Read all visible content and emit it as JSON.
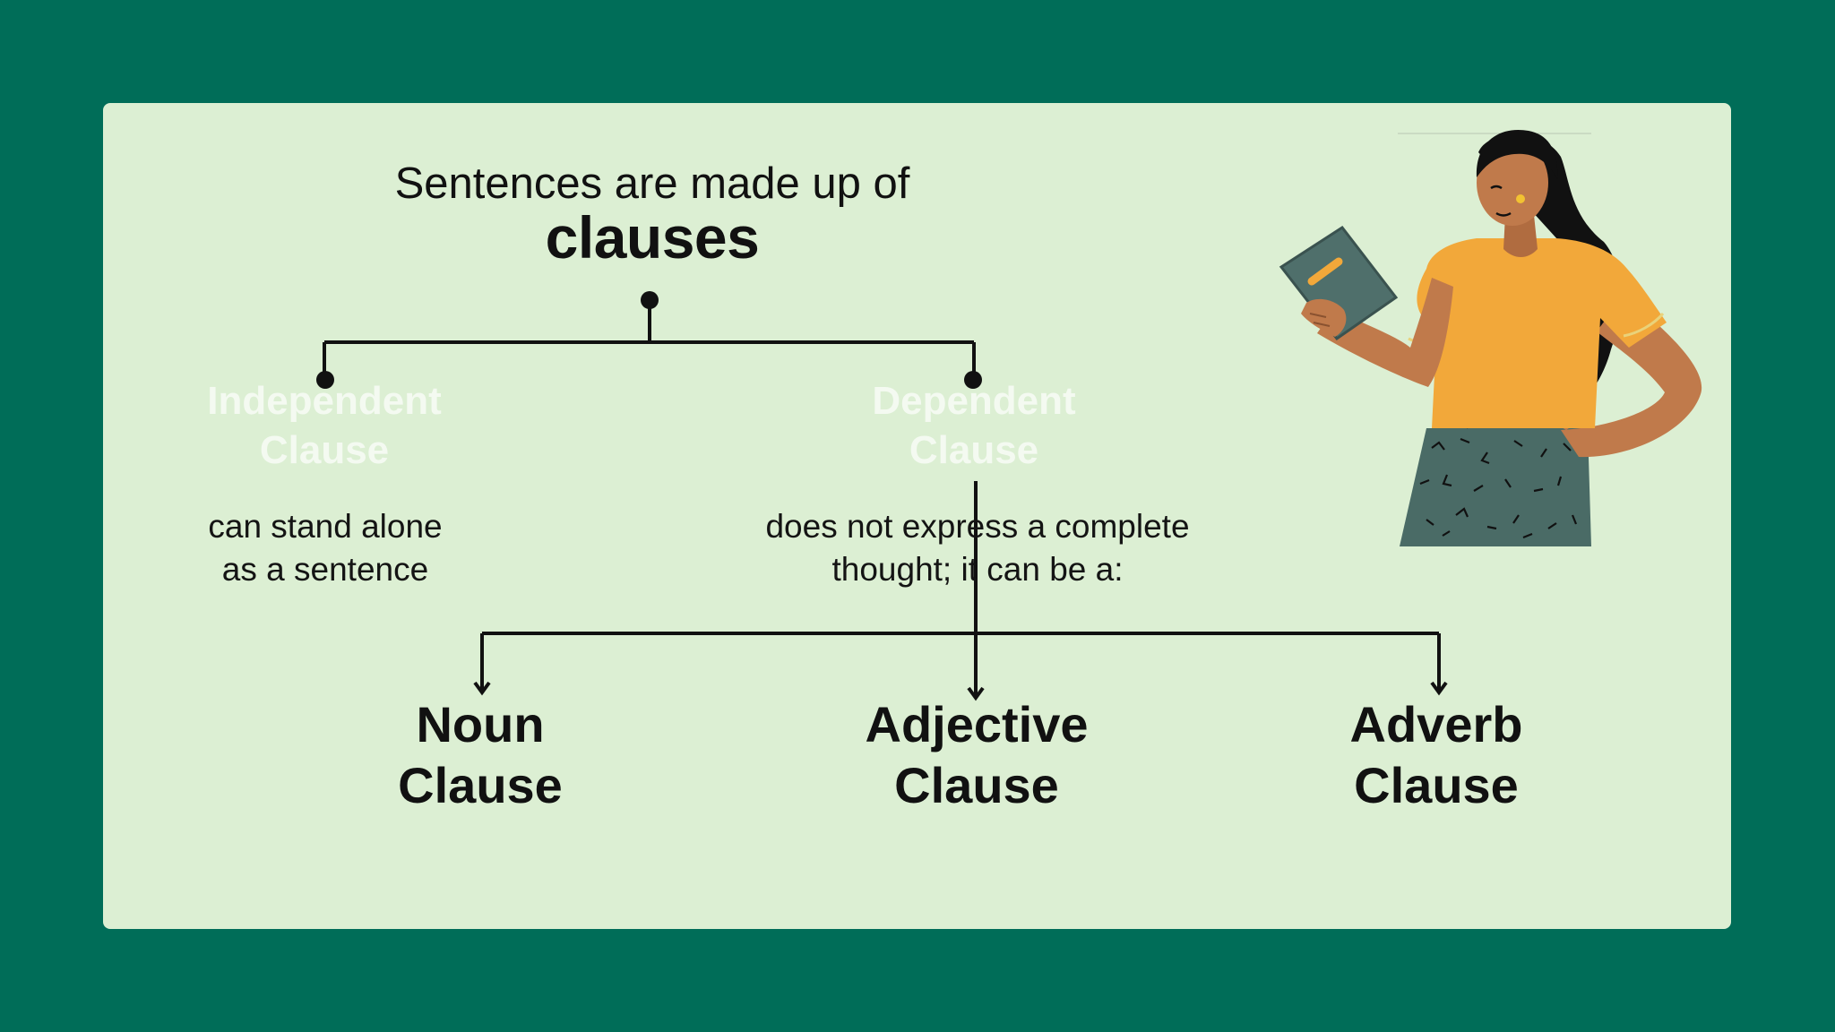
{
  "intro_text": "Sentences are made up of",
  "title": "clauses",
  "independent": {
    "label_line1": "Independent",
    "label_line2": "Clause",
    "desc_line1": "can stand alone",
    "desc_line2": "as a sentence"
  },
  "dependent": {
    "label_line1": "Dependent",
    "label_line2": "Clause",
    "desc_line1": "does not express a complete",
    "desc_line2": "thought; it can be a:"
  },
  "types": [
    {
      "line1": "Noun",
      "line2": "Clause"
    },
    {
      "line1": "Adjective",
      "line2": "Clause"
    },
    {
      "line1": "Adverb",
      "line2": "Clause"
    }
  ],
  "colors": {
    "frame": "#006d58",
    "card": "#dcefd3",
    "lines": "#111111",
    "ghost_text": "#f4faf1",
    "shirt": "#f2a83a",
    "skin": "#c07a4b",
    "skirt": "#4a6b66",
    "book": "#4f6f6b"
  },
  "illustration": "woman-holding-book-illustration"
}
